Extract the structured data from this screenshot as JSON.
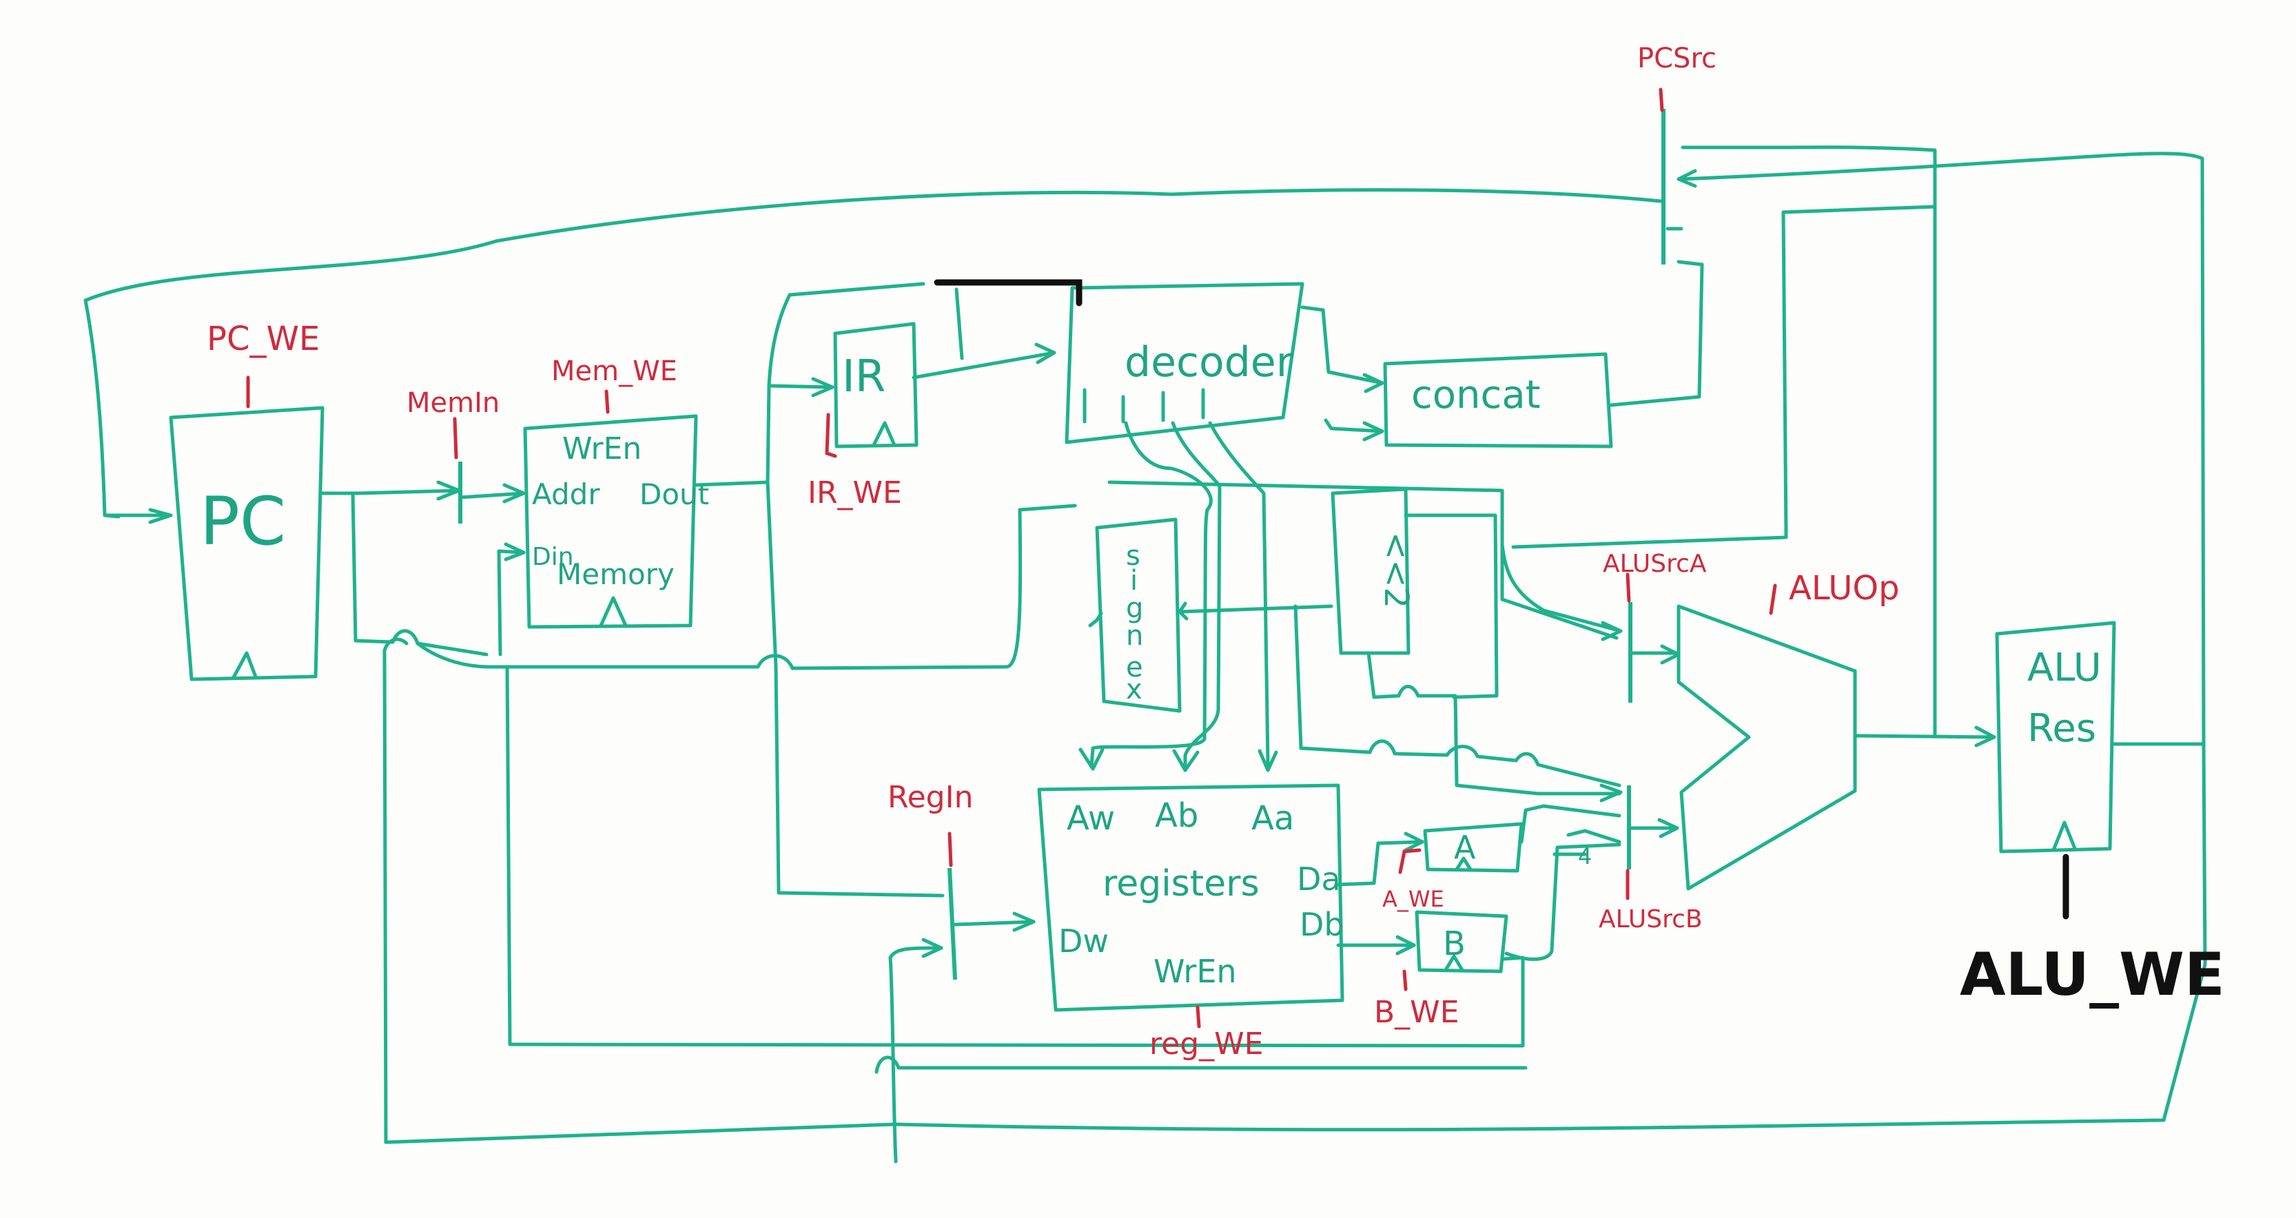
{
  "blocks": {
    "pc": "PC",
    "memory": {
      "name": "Memory",
      "wr_en": "WrEn",
      "addr": "Addr",
      "dout": "Dout",
      "din": "Din"
    },
    "ir": "IR",
    "decoder": "decoder",
    "concat": "concat",
    "shift": "<<2",
    "sign_ext": [
      "s",
      "i",
      "g",
      "n",
      "",
      "e",
      "x"
    ],
    "registers": {
      "name": "registers",
      "aw": "Aw",
      "ab": "Ab",
      "aa": "Aa",
      "da": "Da",
      "db": "Db",
      "dw": "Dw",
      "wr_en": "WrEn"
    },
    "reg_a": "A",
    "reg_b": "B",
    "alu_res": [
      "ALU",
      "Res"
    ],
    "const4": "4"
  },
  "controls": {
    "pc_src": "PCSrc",
    "pc_we": "PC_WE",
    "mem_in": "MemIn",
    "mem_we": "Mem_WE",
    "ir_we": "IR_WE",
    "alu_src_a": "ALUSrcA",
    "alu_op": "ALUOp",
    "alu_src_b": "ALUSrcB",
    "reg_in": "RegIn",
    "a_we": "A_WE",
    "b_we": "B_WE",
    "reg_we": "reg_WE",
    "alu_we": "ALU_WE"
  },
  "colors": {
    "wire": "#1fb28c",
    "control": "#cf2b3c",
    "ink": "#111111"
  }
}
